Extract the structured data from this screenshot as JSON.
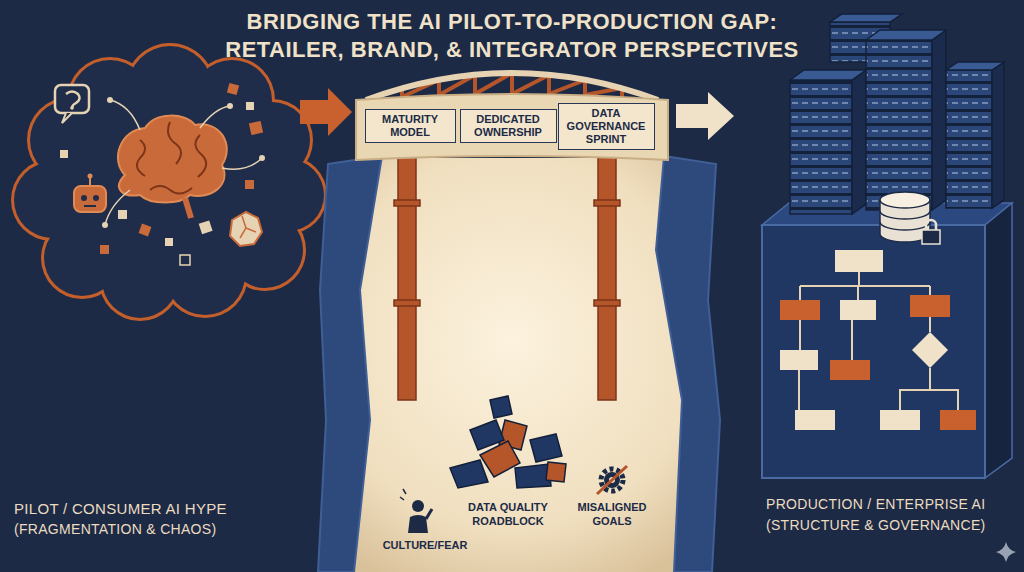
{
  "diagram": {
    "title": "BRIDGING THE AI PILOT-TO-PRODUCTION GAP: RETAILER, BRAND, & INTEGRATOR PERSPECTIVES",
    "nodes": [
      {
        "text": [
          "MATURITY MODEL"
        ]
      },
      {
        "text": [
          "DEDICATED OWNERSHIP"
        ]
      },
      {
        "text": [
          "DATA GOVERNANCE SPRINT"
        ]
      }
    ],
    "labels": [
      "PILOT / CONSUMER AI HYPE",
      "(FRAGMENTATION & CHAOS)",
      "CULTURE/FEAR",
      "DATA QUALITY ROADBLOCK",
      "MISALIGNED GOALS",
      "PRODUCTION / ENTERPRISE AI",
      "(STRUCTURE & GOVERNANCE)"
    ]
  }
}
